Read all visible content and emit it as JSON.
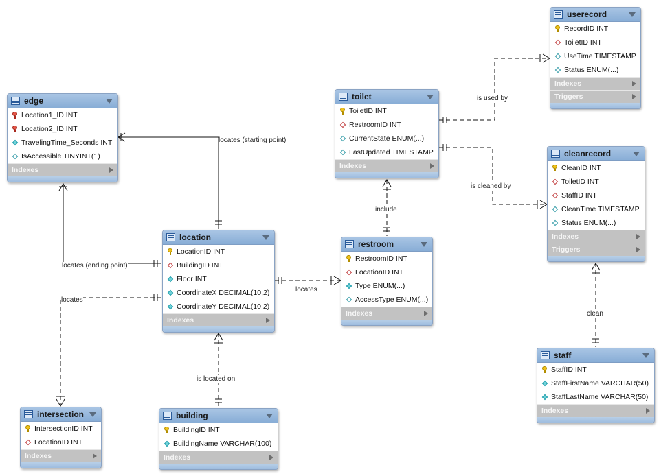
{
  "entities": {
    "edge": {
      "title": "edge",
      "columns": [
        "Location1_ID INT",
        "Location2_ID INT",
        "TravelingTime_Seconds INT",
        "IsAccessible TINYINT(1)"
      ],
      "sections": [
        "Indexes"
      ]
    },
    "location": {
      "title": "location",
      "columns": [
        "LocationID INT",
        "BuildingID INT",
        "Floor INT",
        "CoordinateX DECIMAL(10,2)",
        "CoordinateY DECIMAL(10,2)"
      ],
      "sections": [
        "Indexes"
      ]
    },
    "intersection": {
      "title": "intersection",
      "columns": [
        "IntersectionID INT",
        "LocationID INT"
      ],
      "sections": [
        "Indexes"
      ]
    },
    "building": {
      "title": "building",
      "columns": [
        "BuildingID INT",
        "BuildingName VARCHAR(100)"
      ],
      "sections": [
        "Indexes"
      ]
    },
    "toilet": {
      "title": "toilet",
      "columns": [
        "ToiletID INT",
        "RestroomID INT",
        "CurrentState ENUM(...)",
        "LastUpdated TIMESTAMP"
      ],
      "sections": [
        "Indexes"
      ]
    },
    "restroom": {
      "title": "restroom",
      "columns": [
        "RestroomID INT",
        "LocationID INT",
        "Type ENUM(...)",
        "AccessType ENUM(...)"
      ],
      "sections": [
        "Indexes"
      ]
    },
    "userecord": {
      "title": "userecord",
      "columns": [
        "RecordID INT",
        "ToiletID INT",
        "UseTime TIMESTAMP",
        "Status ENUM(...)"
      ],
      "sections": [
        "Indexes",
        "Triggers"
      ]
    },
    "cleanrecord": {
      "title": "cleanrecord",
      "columns": [
        "CleanID INT",
        "ToiletID INT",
        "StaffID INT",
        "CleanTime TIMESTAMP",
        "Status ENUM(...)"
      ],
      "sections": [
        "Indexes",
        "Triggers"
      ]
    },
    "staff": {
      "title": "staff",
      "columns": [
        "StaffID INT",
        "StaffFirstName VARCHAR(50)",
        "StaffLastName VARCHAR(50)"
      ],
      "sections": [
        "Indexes"
      ]
    }
  },
  "relationships": {
    "starting": "locates (starting point)",
    "ending": "locates (ending point)",
    "loc_intersection": "locates",
    "loc_restroom": "locates",
    "loc_building": "is located on",
    "toilet_restroom": "include",
    "used_by": "is used by",
    "cleaned_by": "is cleaned by",
    "clean": "clean"
  }
}
